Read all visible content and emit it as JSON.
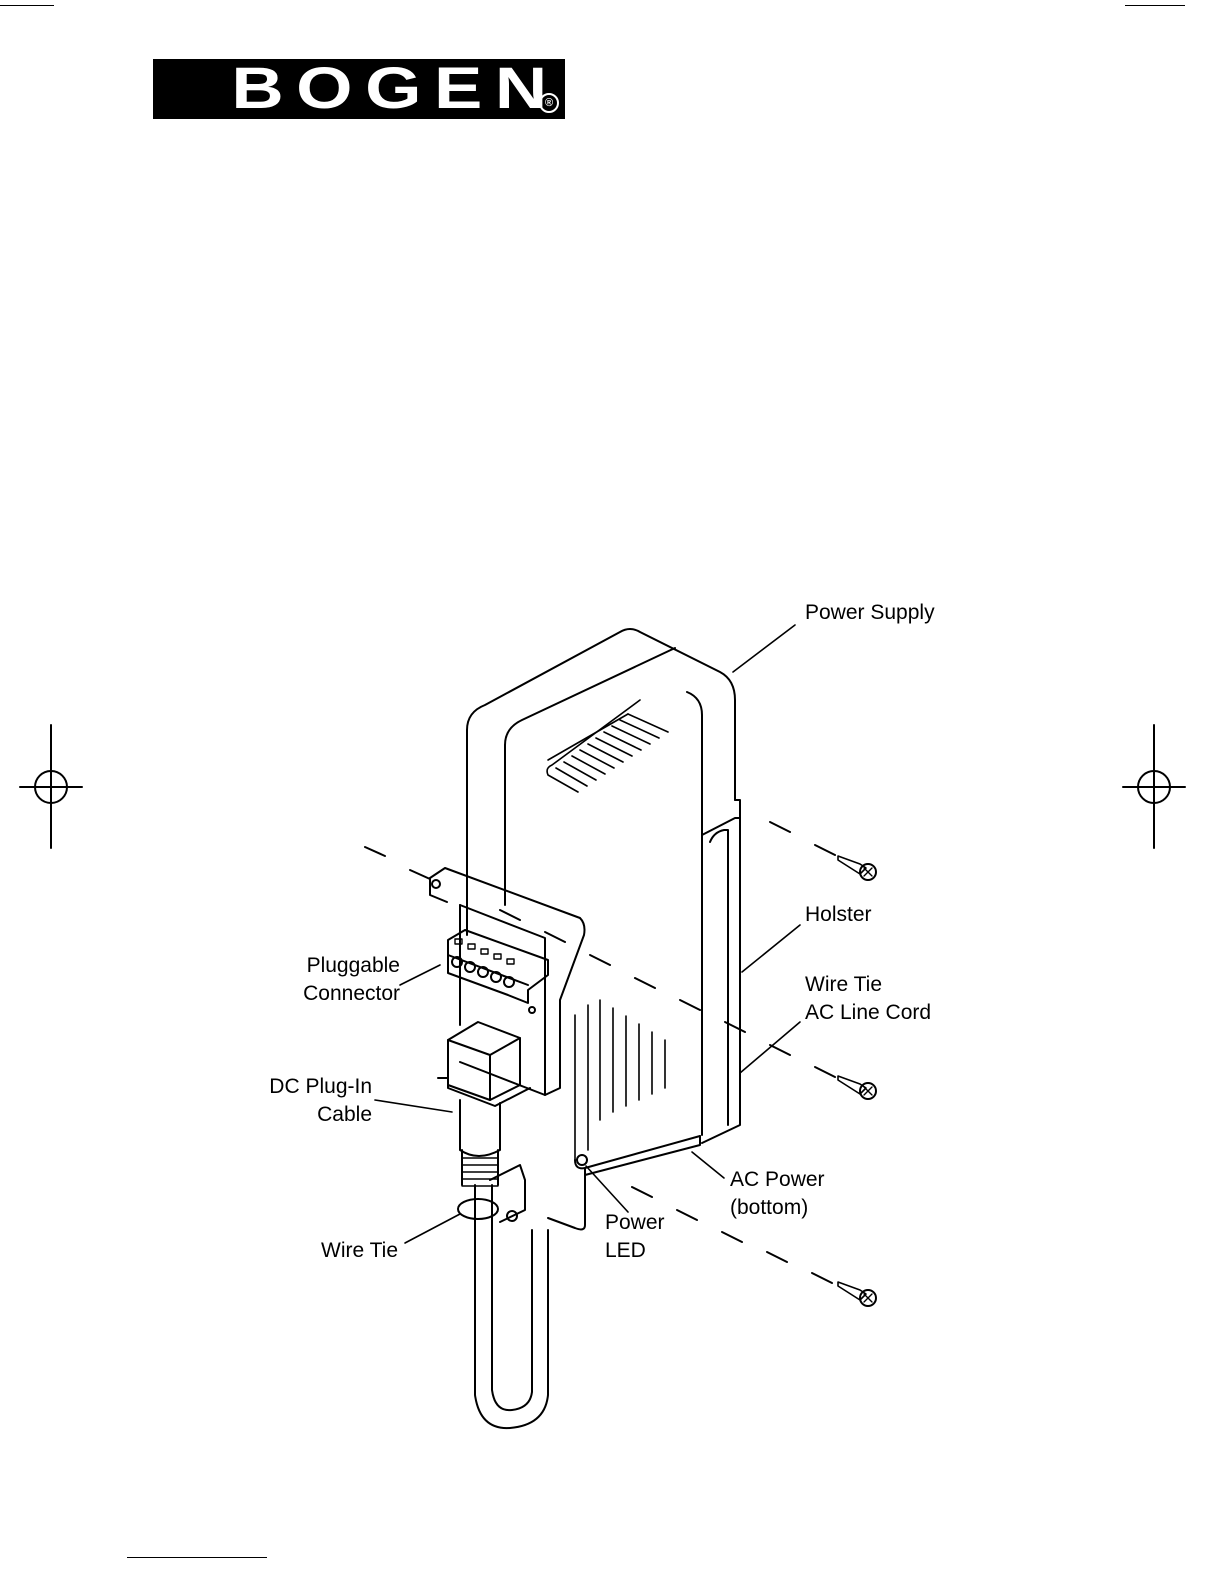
{
  "logo": {
    "text": "BOGEN",
    "registered": "®"
  },
  "labels": {
    "power_supply": "Power Supply",
    "holster": "Holster",
    "wire_tie_ac": "Wire Tie\nAC Line Cord",
    "pluggable_connector": "Pluggable\nConnector",
    "dc_plug_in_cable": "DC Plug-In\nCable",
    "wire_tie": "Wire Tie",
    "power_led": "Power\nLED",
    "ac_power_bottom": "AC Power\n(bottom)"
  }
}
